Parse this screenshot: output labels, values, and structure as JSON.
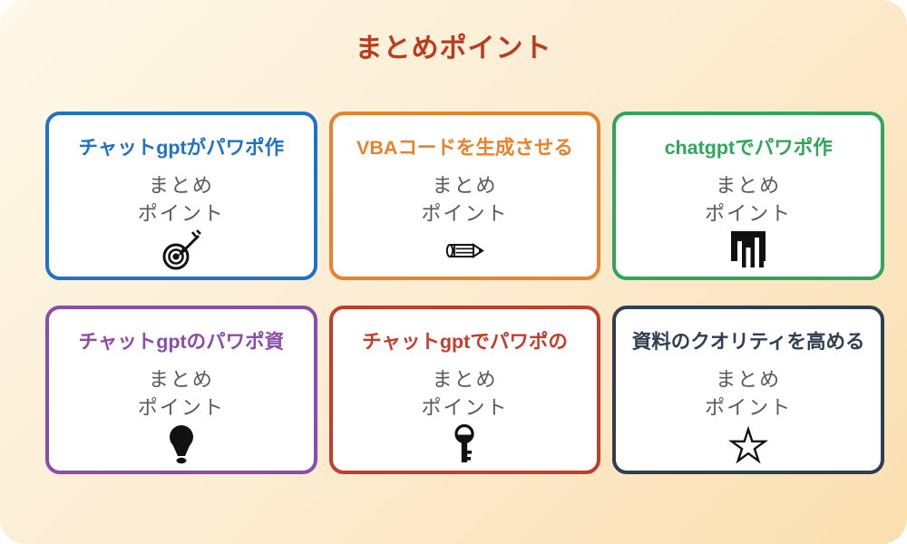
{
  "page": {
    "title": "まとめポイント",
    "title_color": "#BB3B1D",
    "background_colors": [
      "#FEF8E9",
      "#FBDFB0"
    ],
    "card_background": "#FFFFFF",
    "body_text_color": "#595959",
    "icon_color": "#111111"
  },
  "shared": {
    "body_line1": "まとめ",
    "body_line2": "ポイント"
  },
  "cards": [
    {
      "title": "チャットgptがパワポ作",
      "accent": "#1E72C7",
      "icon": "target-dart-icon"
    },
    {
      "title": "VBAコードを生成させる",
      "accent": "#E8822B",
      "icon": "pencil-icon"
    },
    {
      "title": "chatgptでパワポ作",
      "accent": "#2FA75B",
      "icon": "bar-chart-icon"
    },
    {
      "title": "チャットgptのパワポ資",
      "accent": "#8B4DA8",
      "icon": "lightbulb-icon"
    },
    {
      "title": "チャットgptでパワポの",
      "accent": "#C43C2B",
      "icon": "key-icon"
    },
    {
      "title": "資料のクオリティを高める",
      "accent": "#2F3E51",
      "icon": "star-icon"
    }
  ]
}
